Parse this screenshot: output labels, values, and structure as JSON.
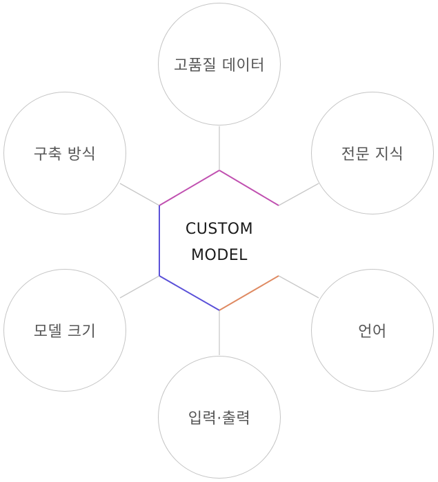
{
  "center": {
    "line1": "CUSTOM",
    "line2": "MODEL"
  },
  "nodes": {
    "top": "고품질 데이터",
    "top_right": "전문 지식",
    "bottom_right": "언어",
    "bottom": "입력·출력",
    "bottom_left": "모델 크기",
    "top_left": "구축 방식"
  },
  "colors": {
    "hex_top": "#c050b0",
    "hex_left": "#5a50d8",
    "hex_right": "#d88060",
    "connector": "#c8c8c8",
    "circle_border": "#c4c4c4"
  }
}
